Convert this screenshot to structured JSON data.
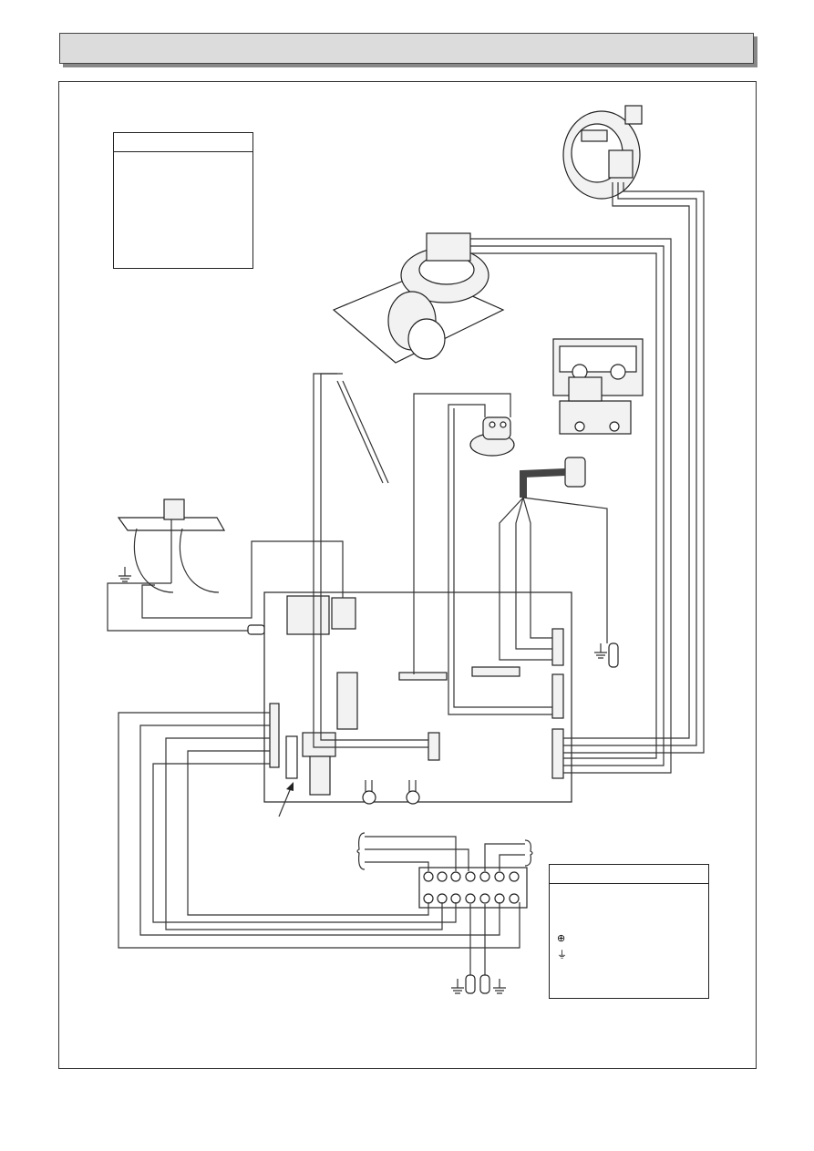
{
  "header": {
    "title": ""
  },
  "legend_wiring": {
    "title": "",
    "items": []
  },
  "legend_symbols": {
    "title": "",
    "earth_symbol": "⏚",
    "protective_earth_symbol": "⊕"
  },
  "colors": {
    "wire": "#333333",
    "component_fill": "#f2f2f2",
    "bar": "#dcdcdc"
  },
  "components": [
    {
      "name": "air-pressure-switch",
      "label": ""
    },
    {
      "name": "fan",
      "label": ""
    },
    {
      "name": "gas-valve",
      "label": ""
    },
    {
      "name": "overheat-thermostat",
      "label": ""
    },
    {
      "name": "ignition-electrode",
      "label": ""
    },
    {
      "name": "flow-sensor",
      "label": ""
    },
    {
      "name": "burner-electrodes",
      "label": ""
    },
    {
      "name": "main-pcb",
      "label": ""
    },
    {
      "name": "terminal-block",
      "label": ""
    }
  ]
}
